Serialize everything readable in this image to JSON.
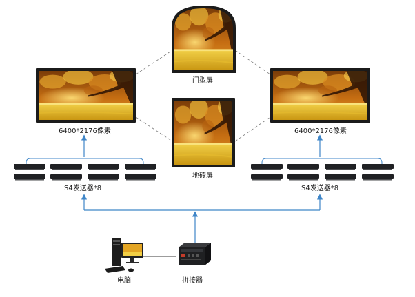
{
  "labels": {
    "door_screen": "门型屏",
    "floor_screen": "地砖屏",
    "left_resolution": "6400*2176像素",
    "right_resolution": "6400*2176像素",
    "left_senders": "S4发送器*8",
    "right_senders": "S4发送器*8",
    "computer": "电脑",
    "splicer": "拼接器"
  },
  "colors": {
    "arrow_blue": "#3f86c8",
    "dashed_line": "#7a7a7a",
    "screen_frame": "#1b1b1b",
    "sender_unit": "#202124"
  },
  "icons": {
    "screen_image": "autumn-tree-landscape",
    "computer": "desktop-pc-icon",
    "splicer": "video-splicer-icon",
    "sender": "sender-unit-icon"
  }
}
